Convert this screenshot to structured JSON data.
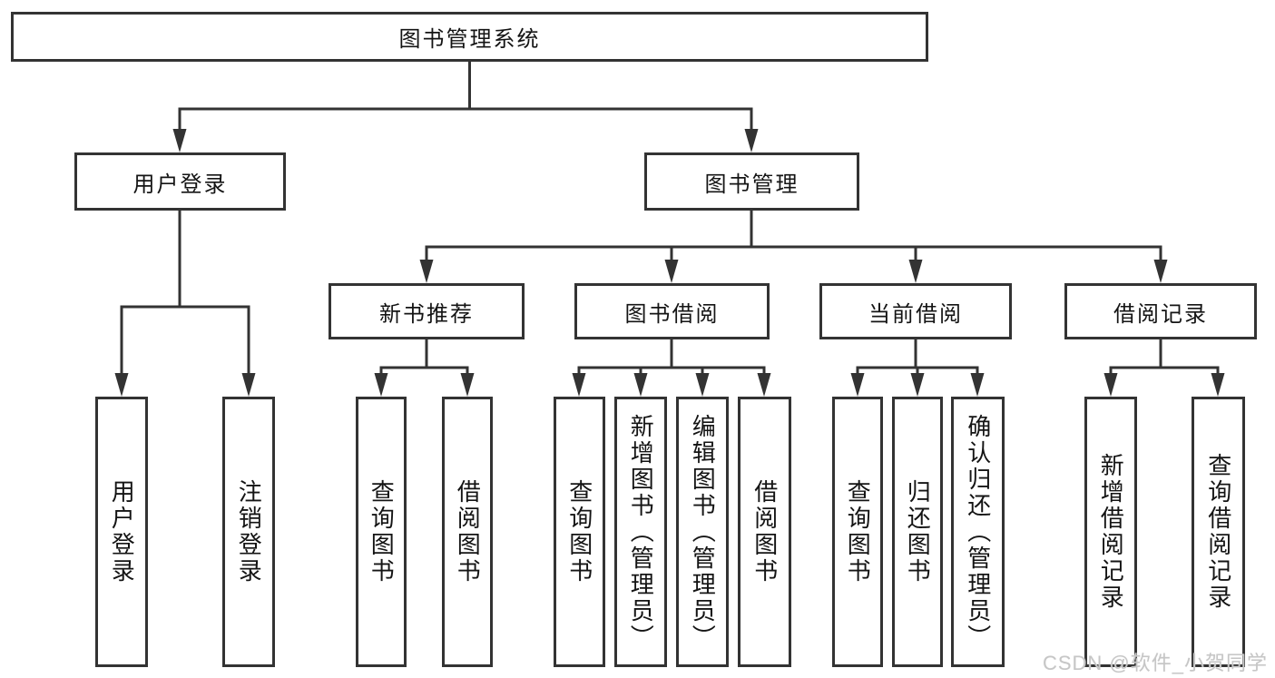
{
  "diagram": {
    "title": "图书管理系统",
    "root": {
      "label": "图书管理系统"
    },
    "level2": [
      {
        "label": "用户登录"
      },
      {
        "label": "图书管理"
      }
    ],
    "level3": [
      {
        "label": "新书推荐"
      },
      {
        "label": "图书借阅"
      },
      {
        "label": "当前借阅"
      },
      {
        "label": "借阅记录"
      }
    ],
    "leaves": {
      "user_login": [
        "用户登录",
        "注销登录"
      ],
      "new_book": [
        "查询图书",
        "借阅图书"
      ],
      "book_borrow": [
        "查询图书",
        "新增图书（管理员）",
        "编辑图书（管理员）",
        "借阅图书"
      ],
      "current_borrow": [
        "查询图书",
        "归还图书",
        "确认归还（管理员）"
      ],
      "borrow_record": [
        "新增借阅记录",
        "查询借阅记录"
      ]
    }
  },
  "watermark": "CSDN @软件_小贺同学",
  "colors": {
    "line": "#333333",
    "box_border": "#333333",
    "box_fill": "#ffffff",
    "text": "#141414",
    "watermark": "#c6c6c6",
    "background": "#ffffff"
  }
}
